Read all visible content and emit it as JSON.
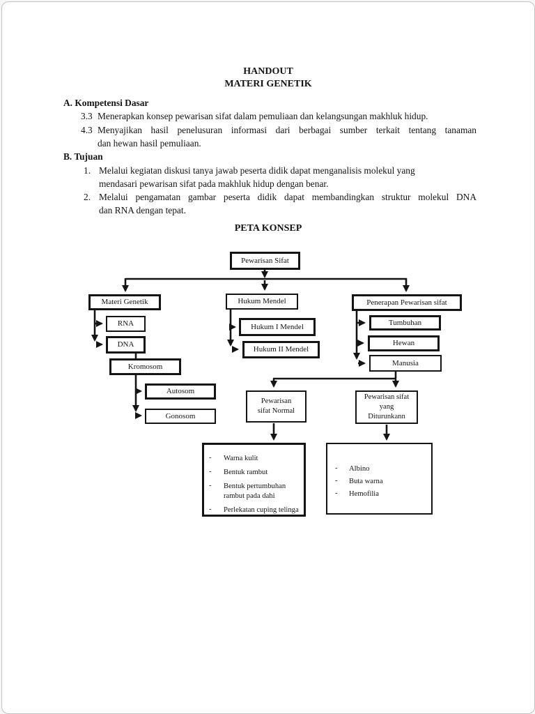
{
  "page": {
    "background": "#ffffff",
    "border_color": "#c2c2c2",
    "ink_color": "#141414"
  },
  "doc": {
    "title_line1": "HANDOUT",
    "title_line2": "MATERI GENETIK",
    "section_a": {
      "heading": "A. Kompetensi Dasar",
      "items": [
        {
          "num": "3.3",
          "lines": [
            "Menerapkan konsep pewarisan sifat dalam pemuliaan dan kelangsungan makhluk hidup."
          ]
        },
        {
          "num": "4.3",
          "lines": [
            "Menyajikan hasil penelusuran informasi dari berbagai sumber terkait tentang tanaman",
            "dan hewan hasil pemuliaan."
          ]
        }
      ]
    },
    "section_b": {
      "heading": "B. Tujuan",
      "items": [
        {
          "num": "1.",
          "lines": [
            "Melalui kegiatan diskusi tanya jawab peserta didik dapat menganalisis molekul yang",
            "mendasari pewarisan sifat pada makhluk hidup dengan benar."
          ]
        },
        {
          "num": "2.",
          "lines": [
            "Melalui pengamatan gambar peserta didik dapat membandingkan struktur molekul DNA",
            "dan RNA dengan tepat."
          ]
        }
      ]
    },
    "concept_map_title": "PETA KONSEP"
  },
  "diagram": {
    "bullet": "-",
    "nodes": {
      "pewarisan_sifat": "Pewarisan Sifat",
      "materi_genetik": "Materi Genetik",
      "hukum_mendel": "Hukum Mendel",
      "penerapan_pewarisan_sifat": "Penerapan Pewarisan sifat",
      "rna": "RNA",
      "dna": "DNA",
      "kromosom": "Kromosom",
      "autosom": "Autosom",
      "gonosom": "Gonosom",
      "hukum_i_mendel": "Hukum I Mendel",
      "hukum_ii_mendel": "Hukum II Mendel",
      "tumbuhan": "Tumbuhan",
      "hewan": "Hewan",
      "manusia": "Manusia",
      "pewarisan_sifat_normal_lines": [
        "Pewarisan",
        "sifat Normal"
      ],
      "pewarisan_sifat_diturunkan_lines": [
        "Pewarisan sifat",
        "yang",
        "Diturunkann"
      ]
    },
    "normal_traits": [
      [
        "Warna kulit"
      ],
      [
        "Bentuk rambut"
      ],
      [
        "Bentuk pertumbuhan",
        "rambut pada dahi"
      ],
      [
        "Perlekatan cuping telinga"
      ]
    ],
    "diturunkan_traits": [
      [
        "Albino"
      ],
      [
        "Buta warna"
      ],
      [
        "Hemofilia"
      ]
    ]
  }
}
